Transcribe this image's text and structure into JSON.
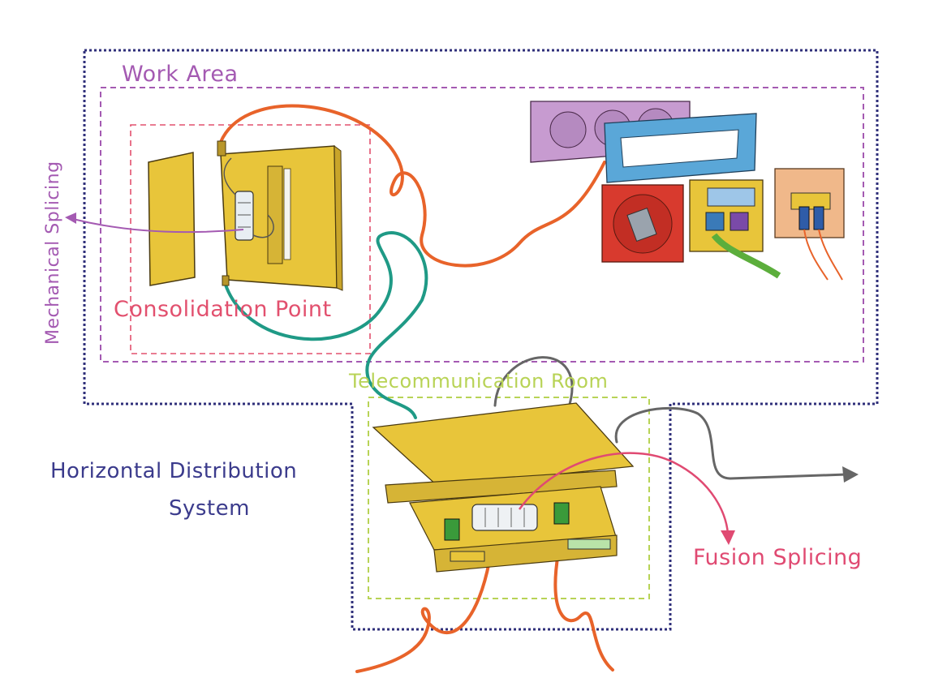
{
  "labels": {
    "work_area": "Work Area",
    "consolidation_point": "Consolidation Point",
    "mechanical_splicing": "Mechanical Splicing",
    "horizontal_distribution_line1": "Horizontal Distribution",
    "horizontal_distribution_line2": "System",
    "telecommunication_room": "Telecommunication Room",
    "fusion_splicing": "Fusion Splicing"
  },
  "colors": {
    "outer_boundary": "#2f2f7a",
    "work_area": "#a45ab2",
    "consolidation_point": "#e2506e",
    "telecom_room": "#b8d356",
    "fusion_arrow": "#e04a72",
    "orange_cable": "#e8632a",
    "teal_cable": "#1f9a86",
    "gray_cable": "#666666",
    "enclosure_yellow": "#e8c53a",
    "plate_pink": "#c79bd0",
    "plate_blue": "#5aa7d8",
    "socket_red": "#d83a2e",
    "plate_peach": "#f0b88a"
  },
  "icons": [
    "wall-enclosure-icon",
    "rack-splice-tray-icon",
    "faceplate-icon",
    "power-socket-icon",
    "network-outlet-icon",
    "fiber-connector-icon"
  ]
}
